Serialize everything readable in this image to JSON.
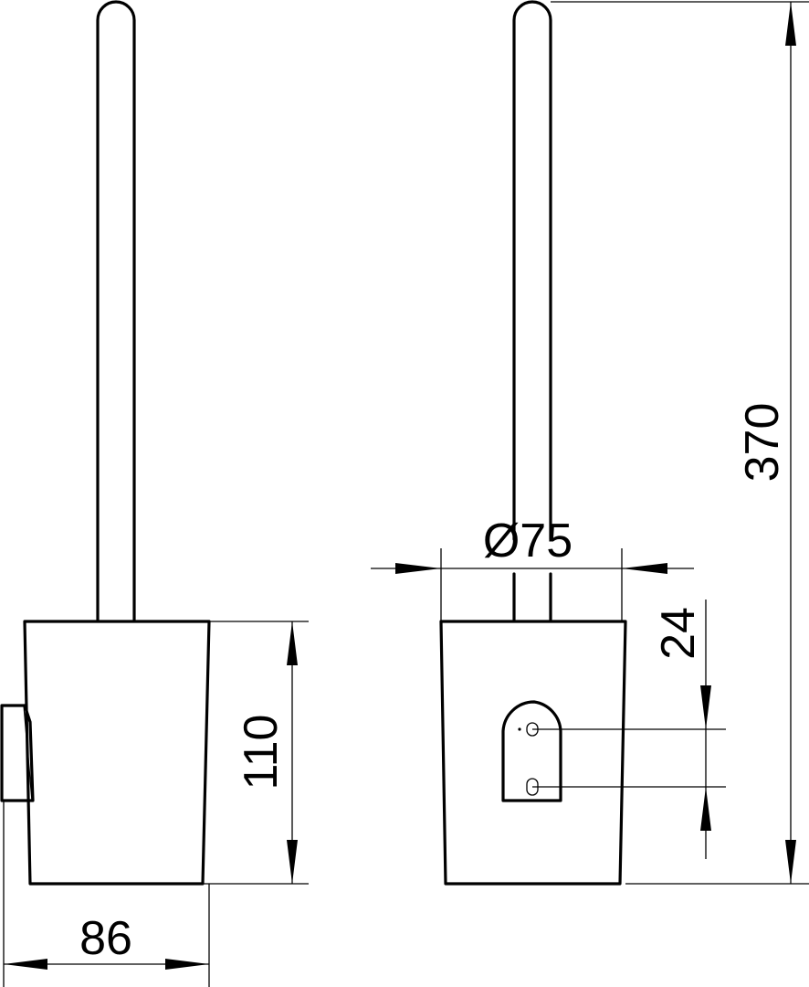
{
  "dimensions": {
    "width_side": "86",
    "height_holder": "110",
    "diameter": "Ø75",
    "hole_spacing": "24",
    "total_height": "370"
  }
}
